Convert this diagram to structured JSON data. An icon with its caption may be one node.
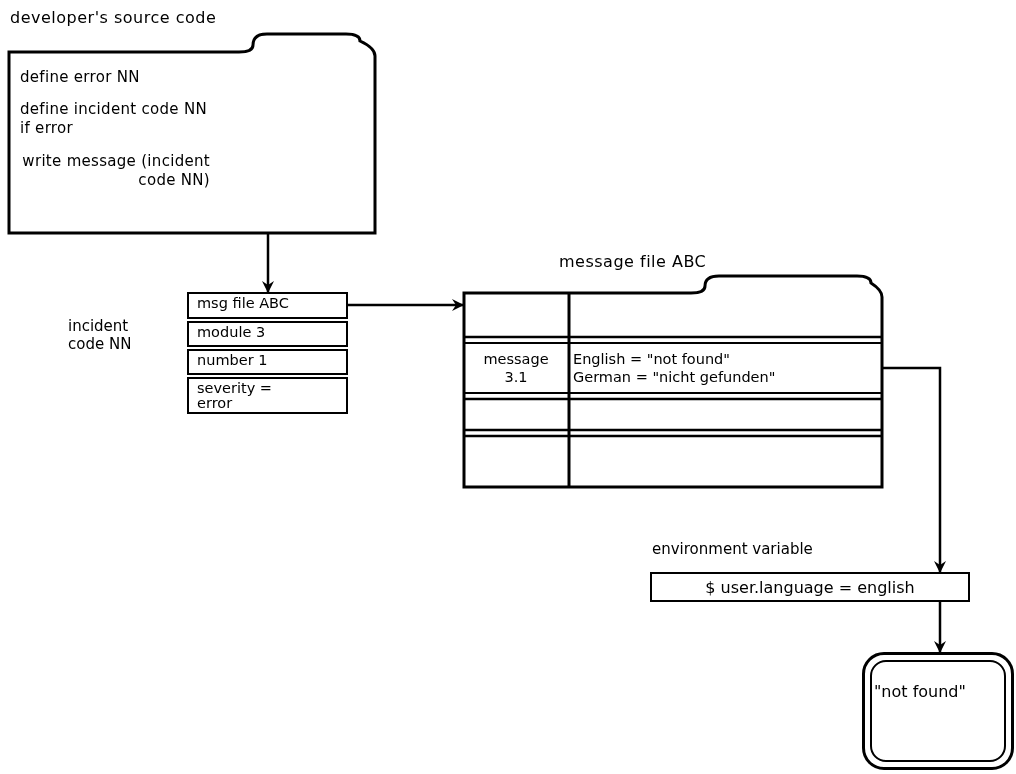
{
  "diagram": {
    "nodes": [
      {
        "text": [
          "developer's source code",
          "define error NN",
          "define incident code NN if error",
          "write message (incident code NN)"
        ]
      },
      {
        "text": [
          "msg file ABC"
        ],
        "beside": [
          "incident code NN"
        ]
      },
      {
        "text": [
          "module 3"
        ]
      },
      {
        "text": [
          "number 1"
        ]
      },
      {
        "text": [
          "severity = error"
        ]
      },
      {
        "text": [
          "message file ABC"
        ]
      },
      {
        "text": [
          "message 3.1"
        ],
        "in": 5
      },
      {
        "text": [
          "English = \"not found\" German = \"nicht gefunden\""
        ],
        "in": 5
      },
      {
        "text": [
          "$ user.language = english"
        ],
        "beside": [
          "environment variable"
        ]
      },
      {
        "text": [
          "\"not found\""
        ]
      }
    ],
    "edges": [
      {
        "from": 0,
        "to": 1,
        "arrow": "to"
      },
      {
        "from": 1,
        "to": 5,
        "arrow": "to"
      },
      {
        "from": 7,
        "to": 8,
        "arrow": "to"
      },
      {
        "from": 8,
        "to": 9,
        "arrow": "to"
      }
    ]
  }
}
